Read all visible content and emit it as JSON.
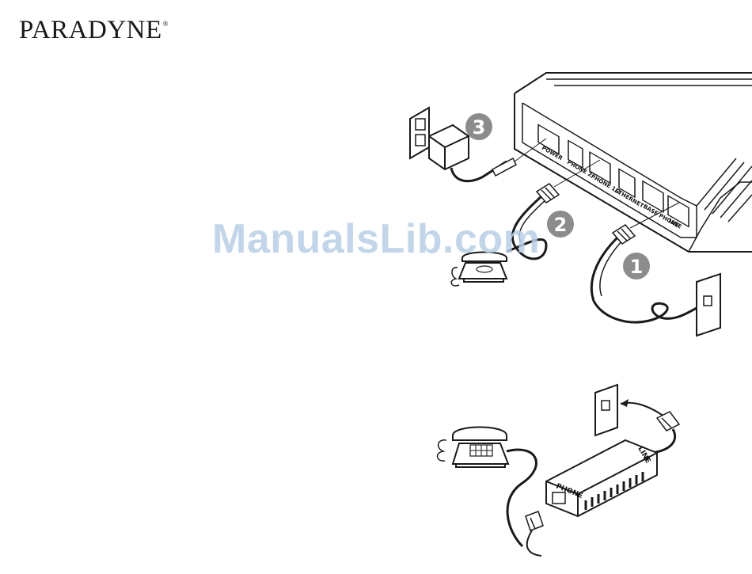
{
  "brand": {
    "name": "PARADYNE",
    "registered_mark": "®"
  },
  "watermark": "ManualsLib.com",
  "modem_ports": {
    "power": "POWER",
    "phone2": "PHONE 2",
    "phone12": "PHONE 1/2",
    "ethernet": "ETHERNET",
    "base_phone": "BASE PHONE",
    "line": "LINE"
  },
  "steps": [
    "1",
    "2",
    "3"
  ],
  "filter_labels": {
    "phone": "PHONE",
    "line": "LINE"
  },
  "colors": {
    "ink": "#1a1a1a",
    "badge": "#8c8c8c",
    "watermark": "#b9cfe6"
  }
}
